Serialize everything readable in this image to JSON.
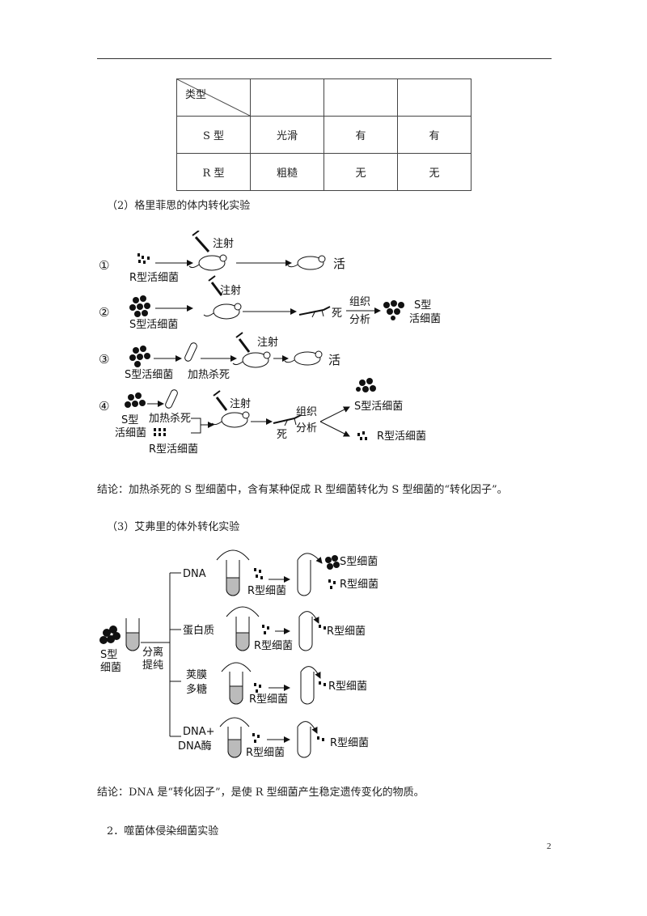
{
  "table": {
    "corner_label": "类型",
    "rows": [
      [
        "S 型",
        "光滑",
        "有",
        "有"
      ],
      [
        "R 型",
        "粗糙",
        "无",
        "无"
      ]
    ]
  },
  "section2_title": "（2）格里菲思的体内转化实验",
  "griffith": {
    "n1": "①",
    "n2": "②",
    "n3": "③",
    "n4": "④",
    "inject": "注射",
    "r_live": "R型活细菌",
    "s_live": "S型活细菌",
    "heat_killed": "加热杀死",
    "alive": "活",
    "dead": "死",
    "tissue": "组织",
    "analysis": "分析",
    "s_type": "S型",
    "live_bacteria": "活细菌"
  },
  "conclusion1": "结论：加热杀死的 S 型细菌中，含有某种促成 R 型细菌转化为 S 型细菌的“转化因子”。",
  "section3_title": "（3）艾弗里的体外转化实验",
  "avery": {
    "s_type": "S型",
    "bacteria": "细菌",
    "separate": "分离",
    "purify": "提纯",
    "dna": "DNA",
    "protein": "蛋白质",
    "capsule": "荚膜",
    "polysaccharide": "多糖",
    "dna_plus": "DNA+",
    "dnase": "DNA酶",
    "r_bacteria": "R型细菌",
    "s_bacteria": "S型细菌"
  },
  "conclusion2": "结论：DNA 是“转化因子”，是使 R 型细菌产生稳定遗传变化的物质。",
  "section_heading": "2．噬菌体侵染细菌实验",
  "page_number": "2"
}
